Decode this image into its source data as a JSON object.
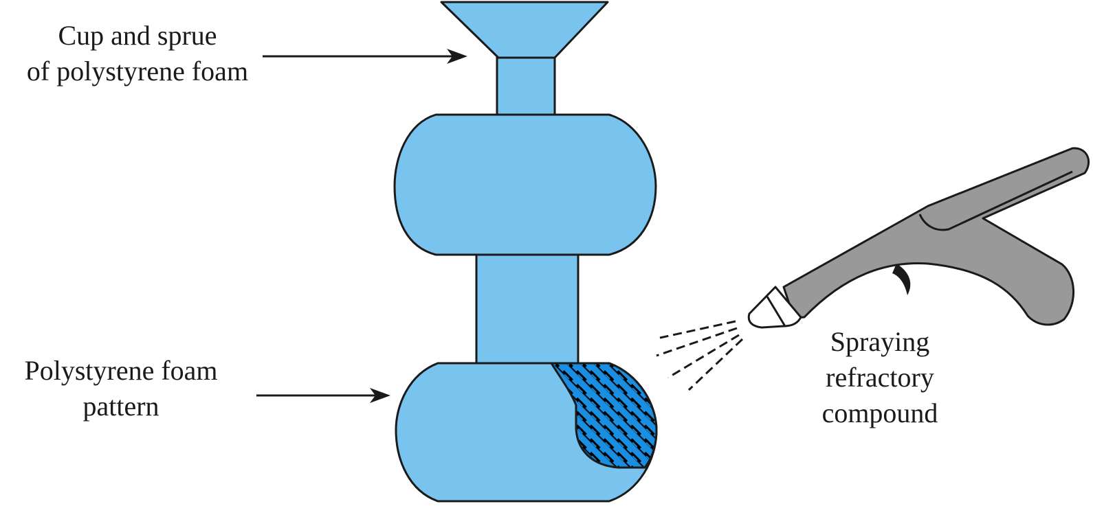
{
  "labels": {
    "cup_sprue": {
      "line1": "Cup and sprue",
      "line2": "of polystyrene foam"
    },
    "foam_pattern": {
      "line1": "Polystyrene foam",
      "line2": "pattern"
    },
    "spraying": {
      "line1": "Spraying",
      "line2": "refractory",
      "line3": "compound"
    }
  },
  "colors": {
    "foam": "#78c4ee",
    "outline": "#1a1a1a",
    "coating_weave": "#1a8ee0",
    "coating_back": "#000000",
    "gun": "#999999"
  },
  "icons": {
    "arrow": "arrow-right-icon",
    "spray_gun": "spray-gun-icon"
  }
}
